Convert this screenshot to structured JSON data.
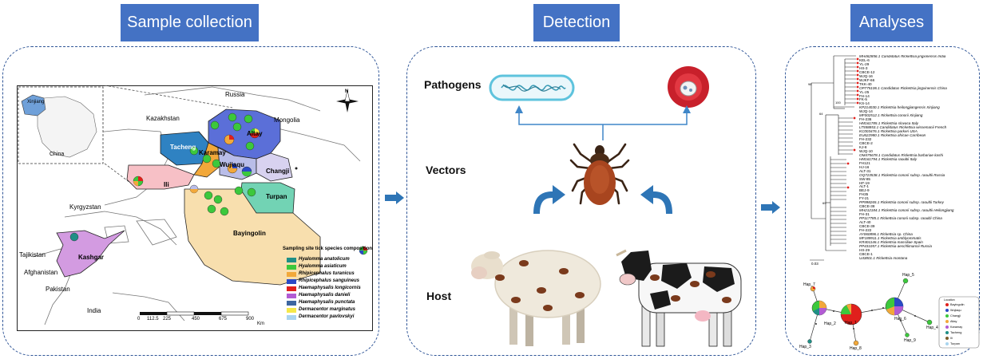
{
  "headers": {
    "sample": "Sample collection",
    "detection": "Detection",
    "analyses": "Analyses"
  },
  "map": {
    "regions": {
      "altay": "Altay",
      "tacheng": "Tacheng",
      "karamay": "Karamay",
      "wujiaqu": "Wujiaqu",
      "changji": "Changji",
      "ili": "Ili",
      "turpan": "Turpan",
      "bayingolin": "Bayingolin",
      "kashgar": "Kashgar"
    },
    "countries": {
      "russia": "Russia",
      "kazakhstan": "Kazakhstan",
      "mongolia": "Mongolia",
      "kyrgyzstan": "Kyrgyzstan",
      "tajikistan": "Tajikistan",
      "afghanistan": "Afghanistan",
      "pakistan": "Pakistan",
      "india": "India"
    },
    "inset": {
      "xinjiang": "Xinjiang",
      "china": "China"
    },
    "scale": {
      "ticks": [
        "0",
        "112.5",
        "225",
        "450",
        "675",
        "900"
      ],
      "unit": "Km"
    },
    "compass": "N",
    "legend_title": "Sampling site tick species composition",
    "legend": [
      {
        "name": "Hyalomma anatolicum",
        "color": "#1f8f86"
      },
      {
        "name": "Hyalomma asiaticum",
        "color": "#3cc83c"
      },
      {
        "name": "Rhipicephalus turanicus",
        "color": "#f2a83a"
      },
      {
        "name": "Rhipicephalus sanguineus",
        "color": "#2a49c6"
      },
      {
        "name": "Haemaphysalis longicornis",
        "color": "#e0201c"
      },
      {
        "name": "Haemaphysalis danieli",
        "color": "#b25bd4"
      },
      {
        "name": "Haemaphysalis punctata",
        "color": "#3e66a0"
      },
      {
        "name": "Dermacentor marginatus",
        "color": "#f5e84a"
      },
      {
        "name": "Dermacentor pavlovskyi",
        "color": "#a9d4ef"
      }
    ]
  },
  "detection": {
    "pathogens": "Pathogens",
    "vectors": "Vectors",
    "host": "Host"
  },
  "tree": {
    "leaves": [
      "MH462856.1 Candidatus Rickettsia jingxinensis India",
      "KEL-6",
      "YL-29",
      "HS-3",
      "CBCE-12",
      "WJQ-16",
      "WJKF-66",
      "TKK-40",
      "OP775106.1 Candidatus Rickettsia jingxinensis China",
      "YL-25",
      "FH-14",
      "FK-5",
      "KS-14",
      "KP214030.1 Rickettsia heilongjiangensis Xinjiang",
      "WJQ-14",
      "MF002512.1 Rickettsia conorii Xinjiang",
      "FH-236",
      "HM161785.1 Rickettsia slovaca Italy",
      "LT558853.1 Candidatus Rickettsia wissemanii French",
      "KC003476.1 Rickettsia parkeri USA",
      "EU622980.1 Rickettsia africae Carribean",
      "FH-232",
      "CBCE-2",
      "KJ-8",
      "WJQ-10",
      "OM475678.1 Candidatus Rickettsia barbariae kashi",
      "HM161794.1 Rickettsia raoultii Italy",
      "FH121",
      "HJ-16",
      "ALT-31",
      "OQ723538.1 Rickettsia conorii subsp. raoultii Russia",
      "SW-85",
      "HF-19",
      "ALT-1",
      "BEJ-9",
      "FH35",
      "FY-21",
      "PP998265.1 Rickettsia conorii subsp. raoultii Turkey",
      "CBCE-38",
      "MH212184.1 Rickettsia conorii subsp. raoultii Heilongjiang",
      "FH-31",
      "PP117785.1 Rickettsia conorii subsp. raoultii China",
      "ALT-40",
      "CBCE-39",
      "FH-222",
      "AY060896.1 Rickettsia sp. China",
      "MF189911.1 Rickettsia amblyommatis",
      "KR401146.1 Rickettsia massiliae Spain",
      "PP431057.1 Rickettsia aeschlimannii Russia",
      "HS-29",
      "CBCE-1",
      "U43801.1 Rickettsia montana"
    ],
    "scale": "0.03",
    "bootstraps": [
      "98",
      "100",
      "64",
      "69"
    ]
  },
  "network": {
    "nodes": [
      "Hap_1",
      "Hap_2",
      "Hap_3",
      "Hap_4",
      "Hap_5",
      "Hap_6",
      "Hap_7",
      "Hap_8",
      "Hap_9"
    ],
    "legend_title": "Location",
    "legend": [
      {
        "name": "Bayingolin",
        "color": "#e0201c"
      },
      {
        "name": "Wujiaqu",
        "color": "#2a49c6"
      },
      {
        "name": "Changji",
        "color": "#3cc83c"
      },
      {
        "name": "Altay",
        "color": "#f2a83a"
      },
      {
        "name": "Karamay",
        "color": "#b25bd4"
      },
      {
        "name": "Tacheng",
        "color": "#1f8f86"
      },
      {
        "name": "Ili",
        "color": "#7a5c2a"
      },
      {
        "name": "Turpan",
        "color": "#a9d4ef"
      }
    ]
  }
}
